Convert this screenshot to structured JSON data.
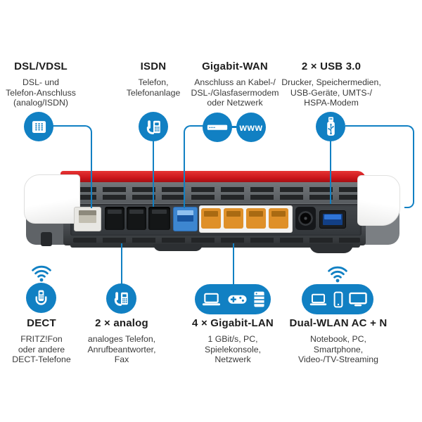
{
  "figure": "FRITZ!Box router rear-panel connection diagram",
  "colors": {
    "accent_blue": "#1180c3",
    "router_red": "#c81419",
    "lan_orange": "#df9029",
    "wan_blue": "#1c5fb0"
  },
  "top_labels": [
    {
      "title": "DSL/VDSL",
      "lines": [
        "DSL- und",
        "Telefon-Anschluss",
        "(analog/ISDN)"
      ]
    },
    {
      "title": "ISDN",
      "lines": [
        "Telefon,",
        "Telefonanlage"
      ]
    },
    {
      "title": "Gigabit-WAN",
      "lines": [
        "Anschluss an Kabel-/",
        "DSL-/Glasfasermodem",
        "oder Netzwerk"
      ]
    },
    {
      "title": "2 × USB 3.0",
      "lines": [
        "Drucker, Speichermedien,",
        "USB-Geräte, UMTS-/",
        "HSPA-Modem"
      ]
    }
  ],
  "bottom_labels": [
    {
      "title": "DECT",
      "lines": [
        "FRITZ!Fon",
        "oder andere",
        "DECT-Telefone"
      ]
    },
    {
      "title": "2 × analog",
      "lines": [
        "analoges Telefon,",
        "Anrufbeantworter,",
        "Fax"
      ]
    },
    {
      "title": "4 × Gigabit-LAN",
      "lines": [
        "1 GBit/s, PC,",
        "Spielekonsole,",
        "Netzwerk"
      ]
    },
    {
      "title": "Dual-WLAN AC + N",
      "lines": [
        "Notebook, PC,",
        "Smartphone,",
        "Video-/TV-Streaming"
      ]
    }
  ],
  "icons": {
    "www_text": "www",
    "names": [
      "tae-socket-icon",
      "desk-phone-icon",
      "modem-icon",
      "www-globe-icon",
      "usb-stick-icon",
      "dect-handset-icon",
      "wifi-waves-icon",
      "laptop-icon",
      "gamepad-icon",
      "server-icon",
      "smartphone-icon",
      "monitor-icon"
    ]
  }
}
